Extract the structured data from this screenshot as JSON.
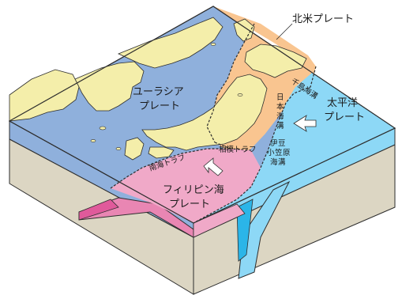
{
  "plates": {
    "north_american": "北米プレート",
    "eurasian_line1": "ユーラシア",
    "eurasian_line2": "プレート",
    "pacific_line1": "太平洋",
    "pacific_line2": "プレート",
    "philippine_line1": "フィリピン海",
    "philippine_line2": "プレート"
  },
  "trenches": {
    "kuril": "千島海溝",
    "japan": [
      "日",
      "本",
      "海",
      "溝"
    ],
    "izu_ogasawara": [
      "伊",
      "豆",
      "小",
      "笠",
      "原",
      "海",
      "溝"
    ],
    "nankai": "南海トラフ",
    "sagami": "相模トラフ"
  },
  "colors": {
    "eurasian": "#8fb0dc",
    "north_american": "#f9c590",
    "pacific": "#8dd8f6",
    "philippine": "#f0a9c8",
    "land": "#f4eeaa",
    "crust_side": "#dcd6c3",
    "slab_pacific": "#6ccbee",
    "slab_pacific_deep": "#2bb5e8",
    "slab_philippine": "#e986b3",
    "arrow": "#ffffff",
    "outline": "#2d2d2d"
  }
}
